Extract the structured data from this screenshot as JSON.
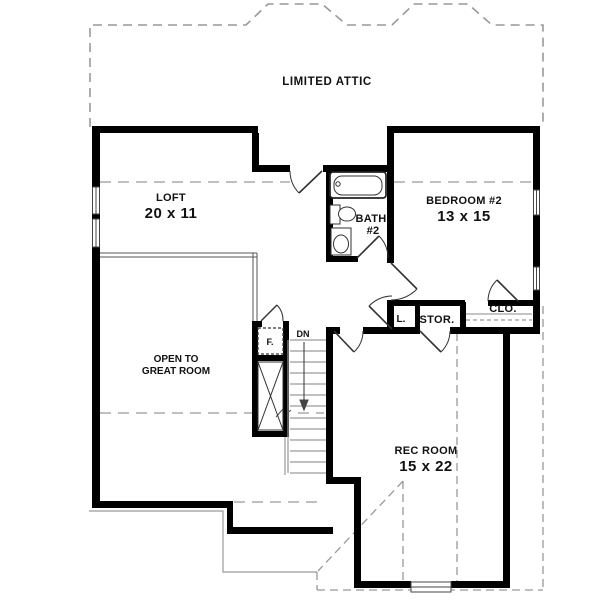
{
  "plan": {
    "type": "second-floor-plan",
    "labels": {
      "limited_attic": "LIMITED ATTIC",
      "down": "DN"
    },
    "rooms": {
      "loft": {
        "name": "LOFT",
        "dim": "20 x 11"
      },
      "bath": {
        "name": "BATH",
        "num": "#2"
      },
      "bedroom2": {
        "name": "BEDROOM #2",
        "dim": "13 x 15"
      },
      "open_area": {
        "line1": "OPEN TO",
        "line2": "GREAT ROOM"
      },
      "rec_room": {
        "name": "REC ROOM",
        "dim": "15 x 22"
      }
    },
    "closets": {
      "linen": "L.",
      "storage": "STOR.",
      "closet": "CLO.",
      "furnace": "F."
    },
    "colors": {
      "wall": "#000000",
      "dashed_line": "#999999",
      "tread": "#9a9a9a",
      "text": "#111111",
      "background": "#ffffff"
    }
  }
}
